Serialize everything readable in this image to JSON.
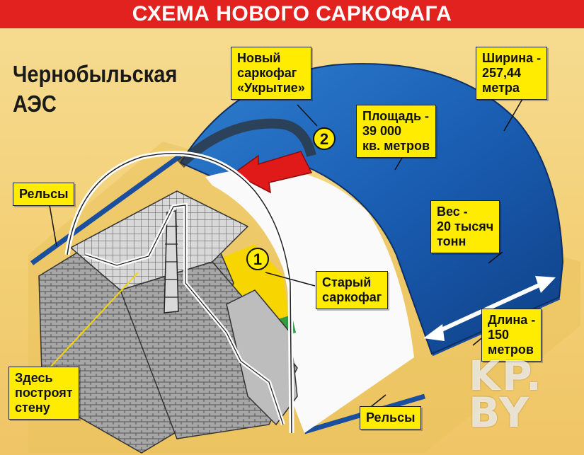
{
  "banner": {
    "title": "СХЕМА НОВОГО САРКОФАГА"
  },
  "site": {
    "line1": "Чернобыльская",
    "line2": "АЭС"
  },
  "callouts": {
    "new_sarcophagus": [
      "Новый",
      "саркофаг",
      "«Укрытие»"
    ],
    "width": [
      "Ширина -",
      "257,44",
      "метра"
    ],
    "area": [
      "Площадь -",
      "39 000",
      "кв. метров"
    ],
    "weight": [
      "Вес -",
      "20 тысяч",
      "тонн"
    ],
    "old_sarcophagus": [
      "Старый",
      "саркофаг"
    ],
    "length": [
      "Длина -",
      "150",
      "метров"
    ],
    "wall": [
      "Здесь",
      "построят",
      "стену"
    ],
    "rails_left": "Рельсы",
    "rails_bottom": "Рельсы"
  },
  "markers": {
    "one": "1",
    "two": "2"
  },
  "watermark": {
    "line1": "KP.",
    "line2": "BY"
  },
  "colors": {
    "banner": "#e2221f",
    "dome": "#1f64b8",
    "callout": "#ffec00",
    "arrow": "#e01919"
  }
}
